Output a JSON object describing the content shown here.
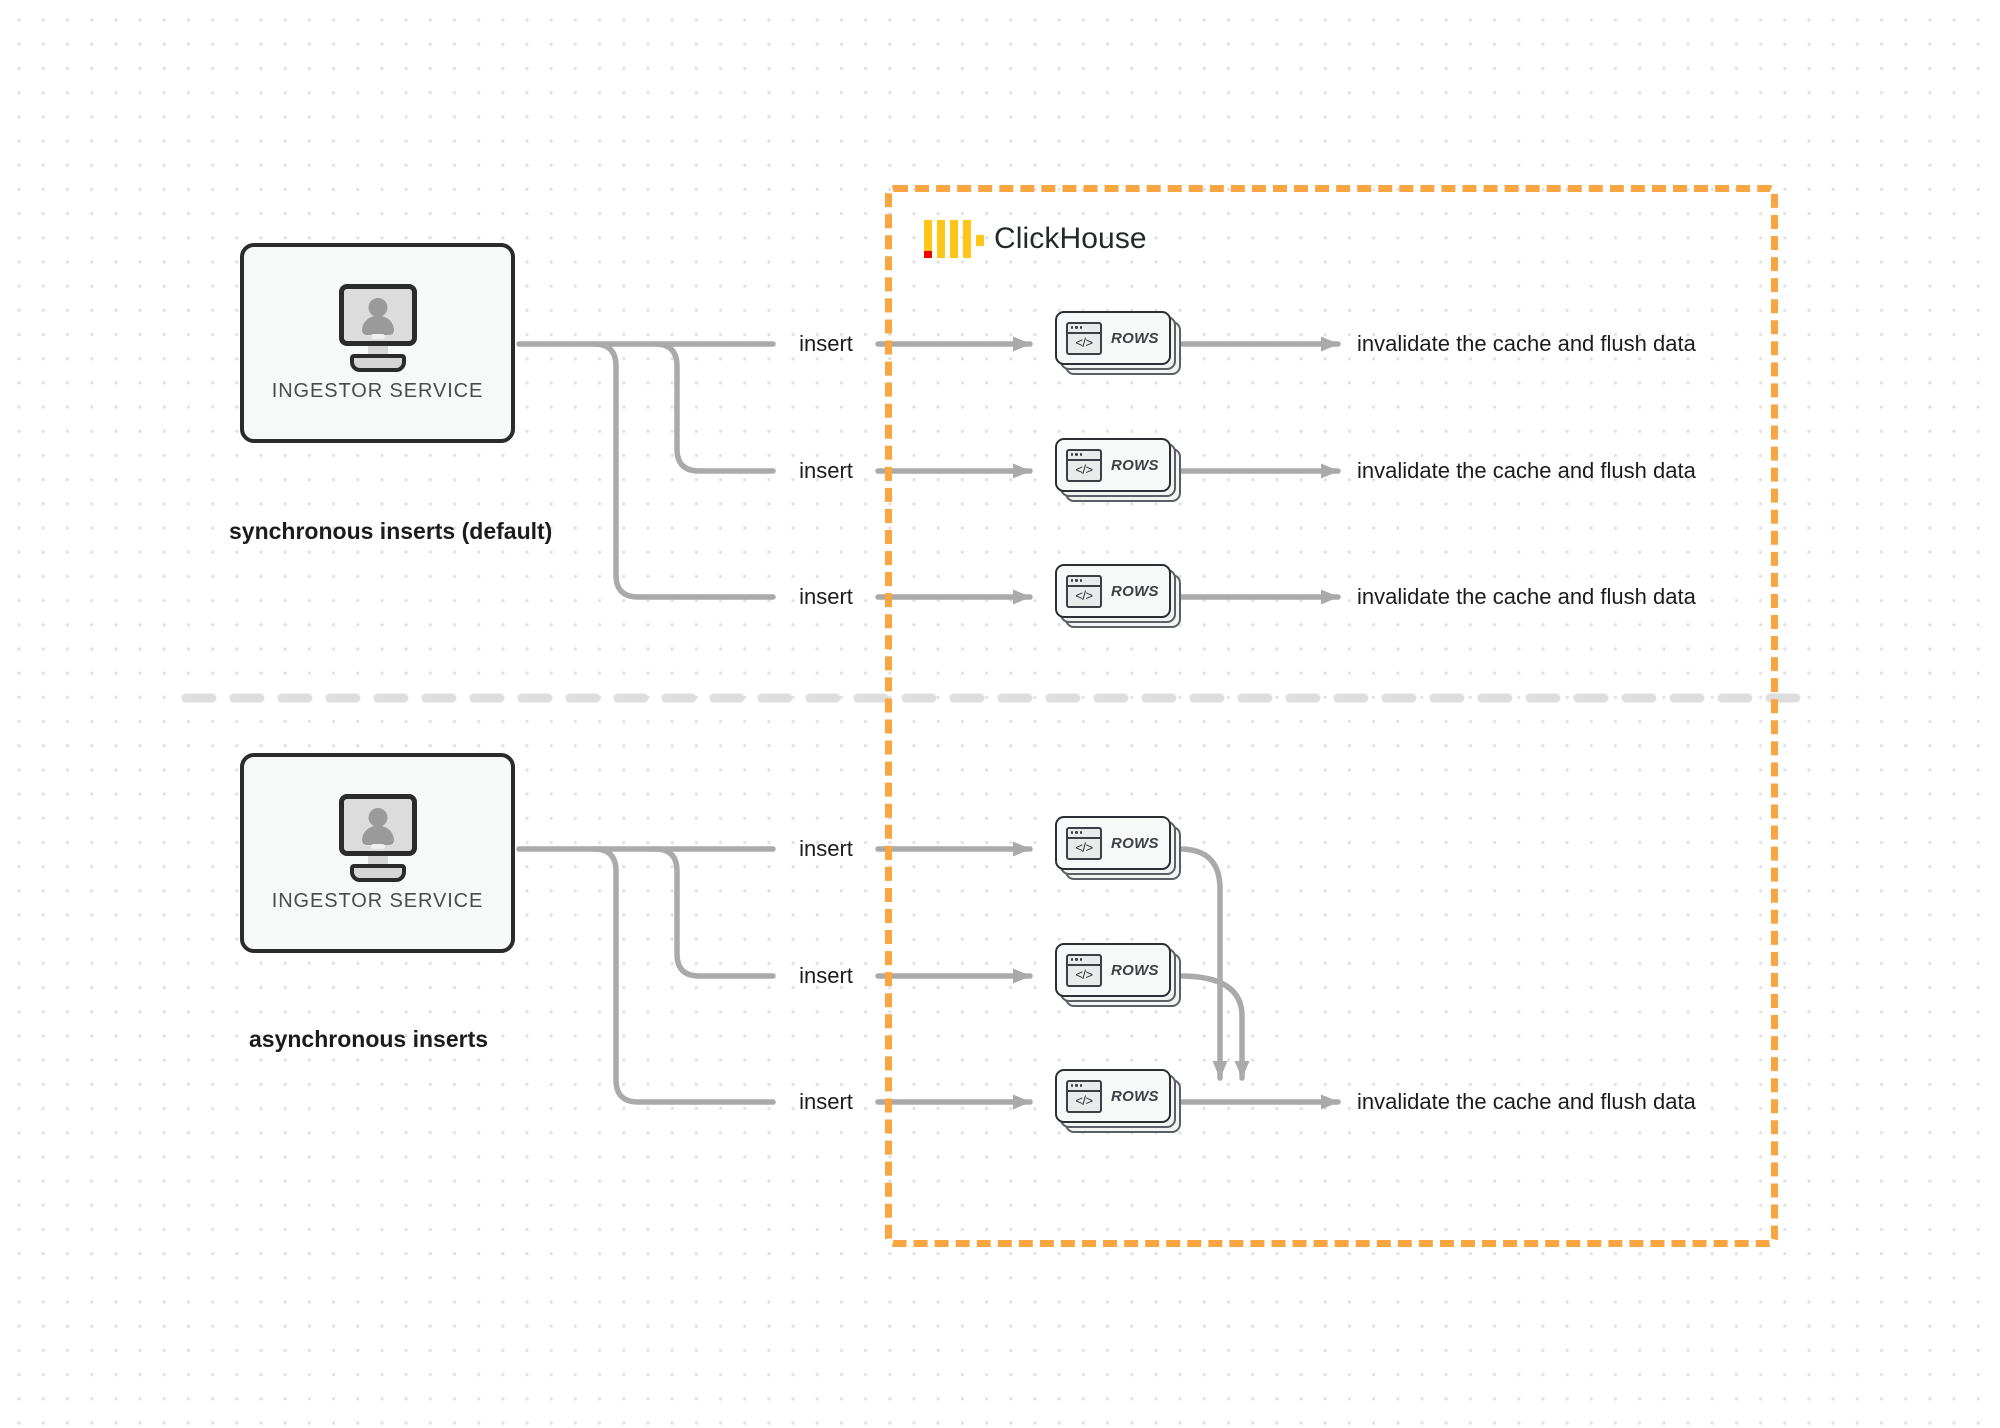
{
  "diagram": {
    "title": "ClickHouse synchronous vs asynchronous inserts",
    "background": "#ffffff",
    "accent_color": "#f9a541",
    "edge_color": "#aaaaaa",
    "node_border_color": "#2b2b2b"
  },
  "container": {
    "brand_name": "ClickHouse",
    "logo_name": "clickhouse-logo",
    "border_style": "dashed",
    "border_color": "#f9a541"
  },
  "sections": [
    {
      "id": "synchronous",
      "caption": "synchronous inserts (default)",
      "source": {
        "label": "INGESTOR SERVICE",
        "icon": "monitor-user-icon"
      },
      "edges": [
        {
          "label": "insert"
        },
        {
          "label": "insert"
        },
        {
          "label": "insert"
        }
      ],
      "targets": [
        {
          "label": "ROWS",
          "icon": "code-window-icon"
        },
        {
          "label": "ROWS",
          "icon": "code-window-icon"
        },
        {
          "label": "ROWS",
          "icon": "code-window-icon"
        }
      ],
      "outputs": [
        {
          "label": "invalidate the cache and flush data"
        },
        {
          "label": "invalidate the cache and flush data"
        },
        {
          "label": "invalidate the cache and flush data"
        }
      ]
    },
    {
      "id": "asynchronous",
      "caption": "asynchronous inserts",
      "source": {
        "label": "INGESTOR SERVICE",
        "icon": "monitor-user-icon"
      },
      "edges": [
        {
          "label": "insert"
        },
        {
          "label": "insert"
        },
        {
          "label": "insert"
        }
      ],
      "targets": [
        {
          "label": "ROWS",
          "icon": "code-window-icon"
        },
        {
          "label": "ROWS",
          "icon": "code-window-icon"
        },
        {
          "label": "ROWS",
          "icon": "code-window-icon"
        }
      ],
      "outputs": [
        {
          "label": "invalidate the cache and flush data"
        }
      ]
    }
  ],
  "divider": {
    "name": "section-divider",
    "style": "dashed",
    "color": "#dedede"
  }
}
